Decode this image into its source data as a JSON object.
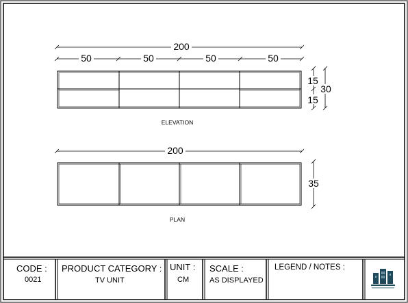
{
  "drawing": {
    "elevation": {
      "label": "ELEVATION",
      "overall_width": "200",
      "module_widths": [
        "50",
        "50",
        "50",
        "50"
      ],
      "section_heights": [
        "15",
        "15"
      ],
      "overall_height": "30"
    },
    "plan": {
      "label": "PLAN",
      "overall_width": "200",
      "depth": "35"
    }
  },
  "title_block": {
    "code": {
      "label": "CODE :",
      "value": "0021"
    },
    "product_category": {
      "label": "PRODUCT CATEGORY :",
      "value": "TV UNIT"
    },
    "unit": {
      "label": "UNIT :",
      "value": "CM"
    },
    "scale": {
      "label": "SCALE :",
      "value": "AS DISPLAYED"
    },
    "legend": {
      "label": "LEGEND / NOTES :"
    },
    "logo": {
      "icon": "building-logo-icon",
      "color": "#1f4a5c"
    }
  }
}
